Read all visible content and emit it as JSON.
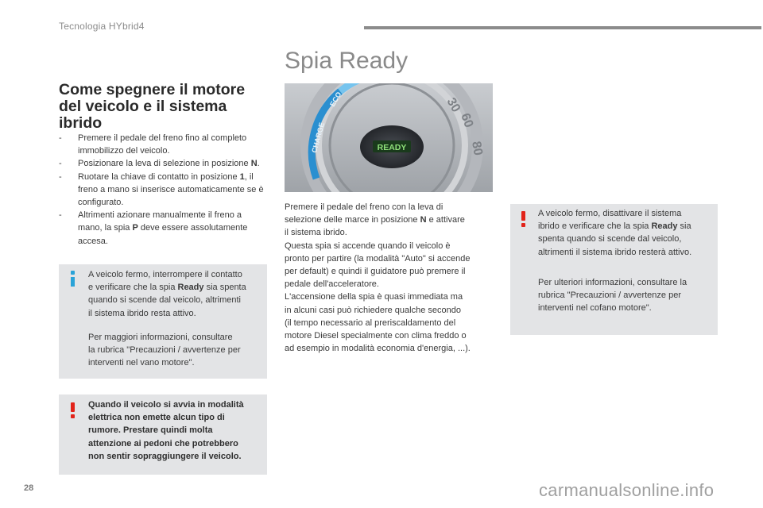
{
  "header": {
    "running_title": "Tecnologia HYbrid4"
  },
  "left": {
    "title": "Come spegnere il motore del veicolo e il sistema ibrido",
    "steps": [
      {
        "dash": "-",
        "parts": [
          "Premere il pedale del freno fino al completo immobilizzo del veicolo."
        ]
      },
      {
        "dash": "-",
        "parts": [
          "Posizionare la leva di selezione in posizione ",
          "N",
          "."
        ]
      },
      {
        "dash": "-",
        "parts": [
          "Ruotare la chiave di contatto in posizione ",
          "1",
          ", il freno a mano si inserisce automaticamente se è configurato."
        ]
      },
      {
        "dash": "-",
        "parts": [
          "Altrimenti azionare manualmente il freno a mano, la spia ",
          "P",
          " deve essere assolutamente accesa."
        ]
      }
    ],
    "info_box": {
      "para1": [
        "A veicolo fermo, interrompere il contatto",
        "e verificare che la spia ",
        "Ready",
        " sia spenta",
        "quando si scende dal veicolo, altrimenti",
        "il sistema ibrido resta attivo."
      ],
      "para2": [
        "Per maggiori informazioni, consultare",
        "la rubrica \"Precauzioni / avvertenze per",
        "interventi nel vano motore\"."
      ]
    },
    "warning_box": {
      "lines": [
        "Quando il veicolo si avvia in modalità",
        "elettrica non emette alcun tipo di",
        "rumore. Prestare quindi molta",
        "attenzione ai pedoni che potrebbero",
        "non sentir sopraggiungere il veicolo."
      ]
    }
  },
  "center": {
    "title": "Spia Ready",
    "image": {
      "ready_label": "READY",
      "gauge_label": "CHARGE",
      "eco_label": "ECO"
    },
    "body": [
      "Premere il pedale del freno con la leva di",
      "selezione delle marce in posizione ",
      "N",
      " e attivare",
      "il sistema ibrido.",
      "Questa spia si accende quando il veicolo è",
      "pronto per partire (la modalità \"Auto\" si accende",
      "per default) e quindi il guidatore può premere il",
      "pedale dell'acceleratore.",
      "L'accensione della spia è quasi immediata ma",
      "in alcuni casi può richiedere qualche secondo",
      "(il tempo necessario al preriscaldamento del",
      "motore Diesel specialmente con clima freddo o",
      "ad esempio in modalità economia d'energia, ...)."
    ]
  },
  "right": {
    "warning_box": {
      "para1": [
        "A veicolo fermo, disattivare il sistema",
        "ibrido e verificare che la spia ",
        "Ready",
        " sia",
        "spenta quando si scende dal veicolo,",
        "altrimenti il sistema ibrido resterà attivo."
      ],
      "para2": [
        "Per ulteriori informazioni, consultare la",
        "rubrica \"Precauzioni / avvertenze per",
        "interventi nel cofano motore\"."
      ]
    }
  },
  "footer": {
    "page_number": "28",
    "watermark": "carmanualsonline.info"
  },
  "colors": {
    "info_accent": "#2aa3d8",
    "warning_accent": "#e2231a",
    "box_bg": "#e3e4e6",
    "ready_green": "#8fe07a"
  }
}
